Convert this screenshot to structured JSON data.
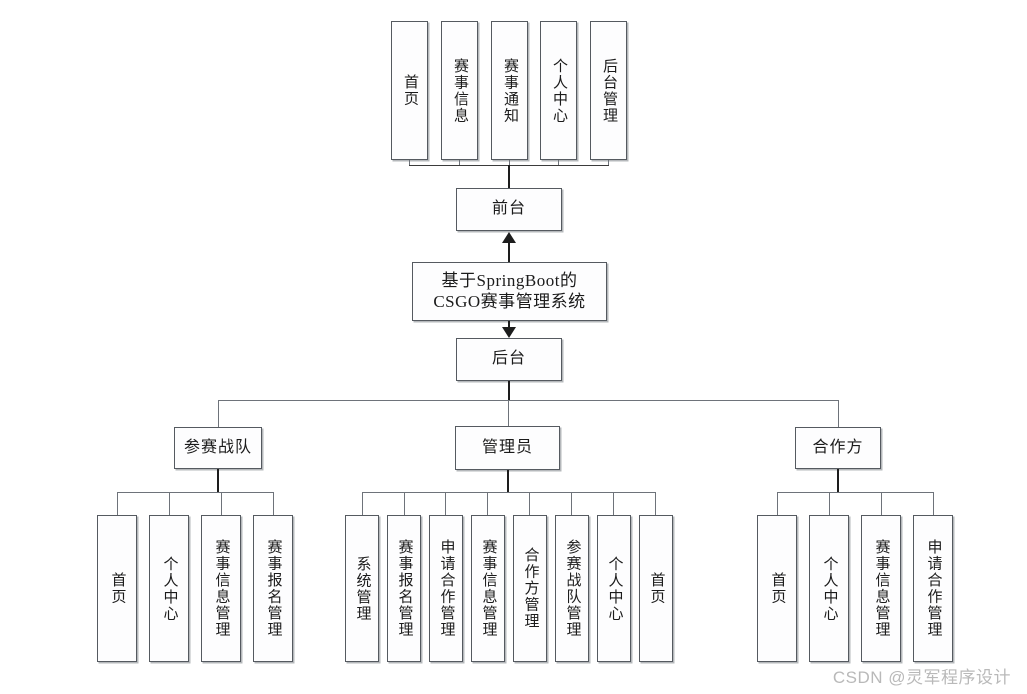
{
  "diagram": {
    "type": "system-function-tree",
    "root": {
      "label": "基于SpringBoot的\nCSGO赛事管理系统",
      "line1": "基于SpringBoot的",
      "line2": "CSGO赛事管理系统"
    },
    "frontend": {
      "label": "前台",
      "children": [
        {
          "label": "首页"
        },
        {
          "label": "赛事信息"
        },
        {
          "label": "赛事通知"
        },
        {
          "label": "个人中心"
        },
        {
          "label": "后台管理"
        }
      ]
    },
    "backend": {
      "label": "后台",
      "roles": [
        {
          "label": "参赛战队",
          "children": [
            {
              "label": "首页"
            },
            {
              "label": "个人中心"
            },
            {
              "label": "赛事信息管理"
            },
            {
              "label": "赛事报名管理"
            }
          ]
        },
        {
          "label": "管理员",
          "children": [
            {
              "label": "系统管理"
            },
            {
              "label": "赛事报名管理"
            },
            {
              "label": "申请合作管理"
            },
            {
              "label": "赛事信息管理"
            },
            {
              "label": "合作方管理"
            },
            {
              "label": "参赛战队管理"
            },
            {
              "label": "个人中心"
            },
            {
              "label": "首页"
            }
          ]
        },
        {
          "label": "合作方",
          "children": [
            {
              "label": "首页"
            },
            {
              "label": "个人中心"
            },
            {
              "label": "赛事信息管理"
            },
            {
              "label": "申请合作管理"
            }
          ]
        }
      ]
    }
  },
  "watermark": {
    "text": "CSDN @灵军程序设计"
  },
  "colors": {
    "box_border": "#555a60",
    "box_fill": "#fdfdfe",
    "line": "#3b3b3b",
    "text": "#1b1b1b",
    "watermark": "#b9b9b9"
  }
}
